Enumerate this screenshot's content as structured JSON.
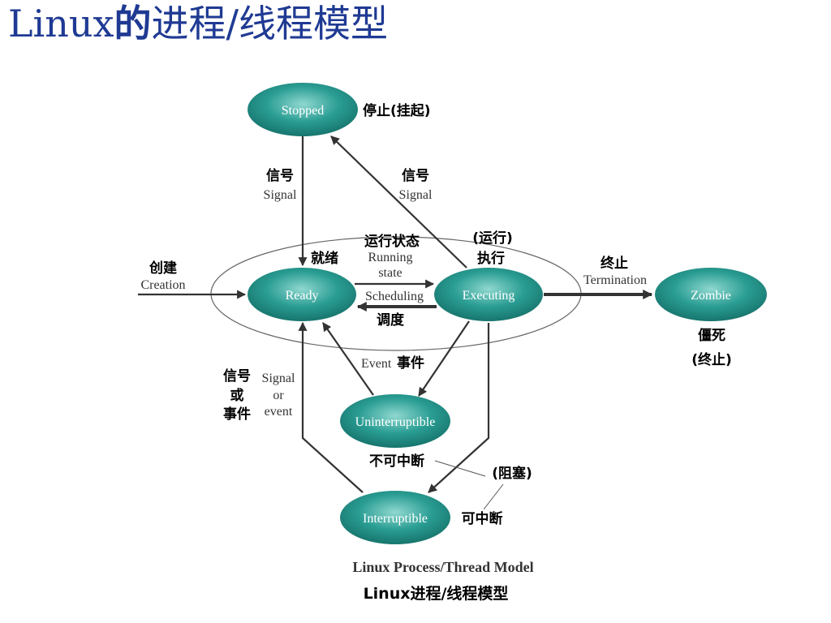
{
  "title": {
    "latin": "Linux",
    "bold_part": "的",
    "rest": "进程/线程模型"
  },
  "nodes": {
    "stopped": "Stopped",
    "ready": "Ready",
    "executing": "Executing",
    "zombie": "Zombie",
    "uninterruptible": "Uninterruptible",
    "interruptible": "Interruptible"
  },
  "labels": {
    "stopped_zh": "停止(挂起)",
    "signal_zh_left": "信号",
    "signal_en_left": "Signal",
    "signal_zh_right": "信号",
    "signal_en_right": "Signal",
    "running_state_zh": "运行状态",
    "running_en_1": "Running",
    "running_en_2": "state",
    "executing_zh_1": "(运行)",
    "executing_zh_2": "执行",
    "ready_zh": "就绪",
    "create_zh": "创建",
    "create_en": "Creation",
    "termination_zh": "终止",
    "termination_en": "Termination",
    "scheduling_en": "Scheduling",
    "scheduling_zh": "调度",
    "zombie_zh_1": "僵死",
    "zombie_zh_2": "(终止)",
    "event_en": "Event",
    "event_zh": "事件",
    "sig_or_event_zh_1": "信号",
    "sig_or_event_zh_2": "或",
    "sig_or_event_zh_3": "事件",
    "sig_or_event_en_1": "Signal",
    "sig_or_event_en_2": "or",
    "sig_or_event_en_3": "event",
    "uninterruptible_zh": "不可中断",
    "blocked_zh": "(阻塞)",
    "interruptible_zh": "可中断"
  },
  "caption": {
    "en": "Linux Process/Thread Model",
    "zh": "Linux进程/线程模型"
  },
  "colors": {
    "title": "#1f3a93",
    "node_fill": "#2a9d93",
    "arrow": "#333333"
  }
}
